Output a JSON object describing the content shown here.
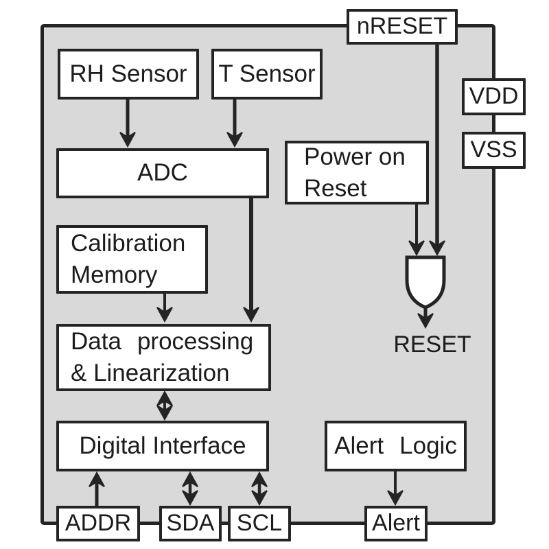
{
  "colors": {
    "chip_fill": "#d9d9d9",
    "stroke": "#242424",
    "box_fill": "#ffffff",
    "text": "#1c1c1c"
  },
  "blocks": {
    "rh_sensor": {
      "label": "RH Sensor"
    },
    "t_sensor": {
      "label": "T Sensor"
    },
    "adc": {
      "label": "ADC"
    },
    "power_on_reset": {
      "line1": "Power on",
      "line2": "Reset"
    },
    "calibration_memory": {
      "line1": "Calibration",
      "line2": "Memory"
    },
    "data_processing": {
      "line1": "Data processing",
      "line2": "& Linearization"
    },
    "digital_interface": {
      "label": "Digital Interface"
    },
    "alert_logic": {
      "label": "Alert Logic"
    }
  },
  "pins": {
    "nreset": {
      "label": "nRESET"
    },
    "vdd": {
      "label": "VDD"
    },
    "vss": {
      "label": "VSS"
    },
    "addr": {
      "label": "ADDR"
    },
    "sda": {
      "label": "SDA"
    },
    "scl": {
      "label": "SCL"
    },
    "alert": {
      "label": "Alert"
    }
  },
  "annotations": {
    "reset_output": {
      "label": "RESET"
    }
  }
}
